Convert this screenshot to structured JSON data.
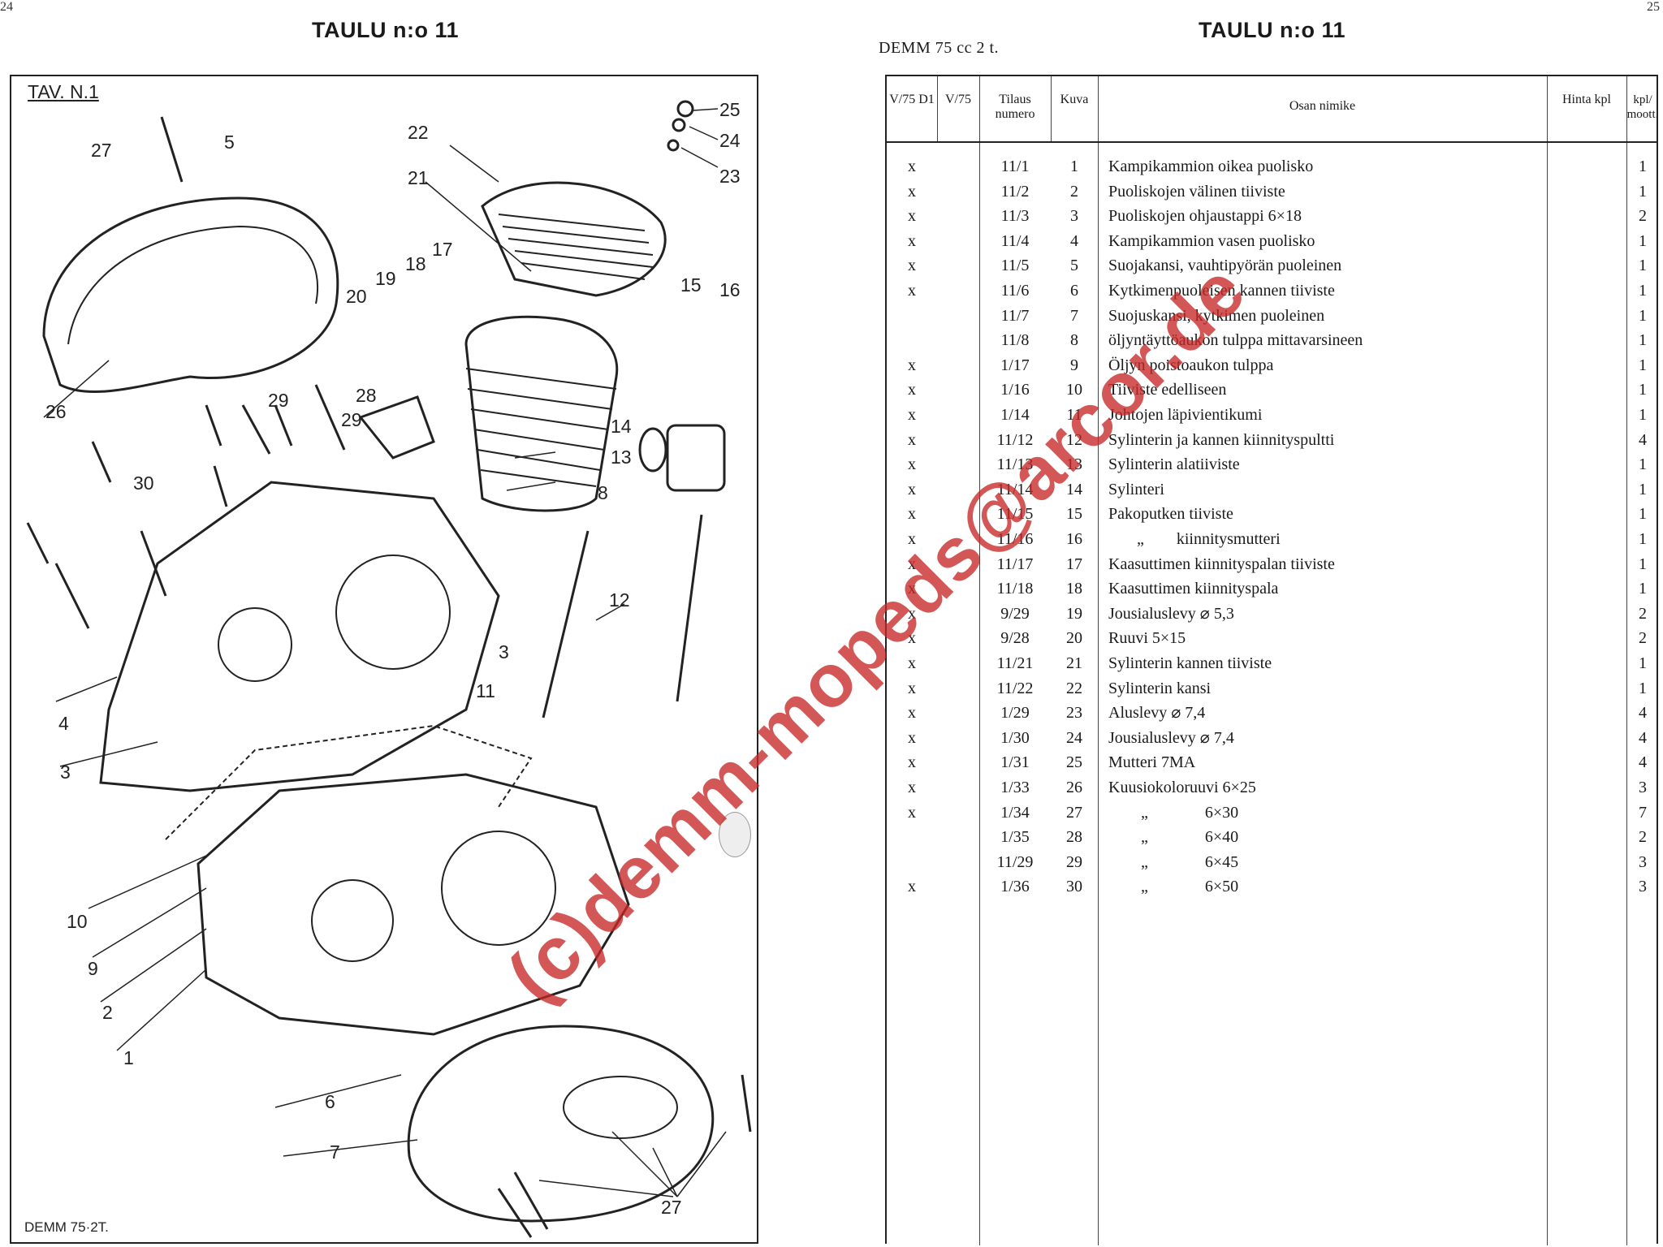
{
  "left_page": {
    "page_number": "24",
    "title": "TAULU n:o 11",
    "figure": {
      "tav_label": "TAV. N.1",
      "footer_label": "DEMM 75·2T.",
      "callouts": [
        "27",
        "5",
        "22",
        "21",
        "25",
        "24",
        "23",
        "18",
        "17",
        "19",
        "20",
        "15",
        "16",
        "26",
        "29",
        "28",
        "29",
        "14",
        "13",
        "30",
        "8",
        "12",
        "3",
        "11",
        "4",
        "3",
        "10",
        "9",
        "2",
        "1",
        "6",
        "7",
        "27"
      ]
    }
  },
  "right_page": {
    "page_number": "25",
    "title": "TAULU n:o 11",
    "engine_label": "DEMM 75 cc 2 t.",
    "table": {
      "headers": {
        "d1": "V/75 D1",
        "v75": "V/75",
        "order": "Tilaus numero",
        "fig": "Kuva",
        "name": "Osan nimike",
        "price": "Hinta kpl",
        "qty": "kpl/ moott."
      },
      "rows": [
        {
          "d1": "x",
          "order": "11/1",
          "fig": "1",
          "name": "Kampikammion oikea puolisko",
          "qty": "1"
        },
        {
          "d1": "x",
          "order": "11/2",
          "fig": "2",
          "name": "Puoliskojen välinen tiiviste",
          "qty": "1"
        },
        {
          "d1": "x",
          "order": "11/3",
          "fig": "3",
          "name": "Puoliskojen ohjaustappi 6×18",
          "qty": "2"
        },
        {
          "d1": "x",
          "order": "11/4",
          "fig": "4",
          "name": "Kampikammion vasen puolisko",
          "qty": "1"
        },
        {
          "d1": "x",
          "order": "11/5",
          "fig": "5",
          "name": "Suojakansi, vauhtipyörän puoleinen",
          "qty": "1"
        },
        {
          "d1": "x",
          "order": "11/6",
          "fig": "6",
          "name": "Kytkimenpuoleisen kannen tiiviste",
          "qty": "1"
        },
        {
          "d1": "",
          "order": "11/7",
          "fig": "7",
          "name": "Suojuskansi, kytkimen puoleinen",
          "qty": "1"
        },
        {
          "d1": "",
          "order": "11/8",
          "fig": "8",
          "name": "öljyntäyttöaukon tulppa mittavarsineen",
          "qty": "1"
        },
        {
          "d1": "x",
          "order": "1/17",
          "fig": "9",
          "name": "Öljyn poistoaukon tulppa",
          "qty": "1"
        },
        {
          "d1": "x",
          "order": "1/16",
          "fig": "10",
          "name": "Tiiviste edelliseen",
          "qty": "1"
        },
        {
          "d1": "x",
          "order": "1/14",
          "fig": "11",
          "name": "Johtojen läpivientikumi",
          "qty": "1"
        },
        {
          "d1": "x",
          "order": "11/12",
          "fig": "12",
          "name": "Sylinterin ja kannen kiinnityspultti",
          "qty": "4"
        },
        {
          "d1": "x",
          "order": "11/13",
          "fig": "13",
          "name": "Sylinterin alatiiviste",
          "qty": "1"
        },
        {
          "d1": "x",
          "order": "11/14",
          "fig": "14",
          "name": "Sylinteri",
          "qty": "1"
        },
        {
          "d1": "x",
          "order": "11/15",
          "fig": "15",
          "name": "Pakoputken tiiviste",
          "qty": "1"
        },
        {
          "d1": "x",
          "order": "11/16",
          "fig": "16",
          "name": "       „        kiinnitysmutteri",
          "qty": "1"
        },
        {
          "d1": "x",
          "order": "11/17",
          "fig": "17",
          "name": "Kaasuttimen kiinnityspalan tiiviste",
          "qty": "1"
        },
        {
          "d1": "x",
          "order": "11/18",
          "fig": "18",
          "name": "Kaasuttimen kiinnityspala",
          "qty": "1"
        },
        {
          "d1": "x",
          "order": "9/29",
          "fig": "19",
          "name": "Jousialuslevy ⌀ 5,3",
          "qty": "2"
        },
        {
          "d1": "x",
          "order": "9/28",
          "fig": "20",
          "name": "Ruuvi 5×15",
          "qty": "2"
        },
        {
          "d1": "x",
          "order": "11/21",
          "fig": "21",
          "name": "Sylinterin kannen tiiviste",
          "qty": "1"
        },
        {
          "d1": "x",
          "order": "11/22",
          "fig": "22",
          "name": "Sylinterin kansi",
          "qty": "1"
        },
        {
          "d1": "x",
          "order": "1/29",
          "fig": "23",
          "name": "Aluslevy ⌀ 7,4",
          "qty": "4"
        },
        {
          "d1": "x",
          "order": "1/30",
          "fig": "24",
          "name": "Jousialuslevy ⌀ 7,4",
          "qty": "4"
        },
        {
          "d1": "x",
          "order": "1/31",
          "fig": "25",
          "name": "Mutteri 7MA",
          "qty": "4"
        },
        {
          "d1": "x",
          "order": "1/33",
          "fig": "26",
          "name": "Kuusiokoloruuvi 6×25",
          "qty": "3"
        },
        {
          "d1": "x",
          "order": "1/34",
          "fig": "27",
          "name": "        „              6×30",
          "qty": "7"
        },
        {
          "d1": "",
          "order": "1/35",
          "fig": "28",
          "name": "        „              6×40",
          "qty": "2"
        },
        {
          "d1": "",
          "order": "11/29",
          "fig": "29",
          "name": "        „              6×45",
          "qty": "3"
        },
        {
          "d1": "x",
          "order": "1/36",
          "fig": "30",
          "name": "        „              6×50",
          "qty": "3"
        }
      ]
    }
  },
  "watermark": "(c)demm-mopeds@arcor.de",
  "colors": {
    "watermark": "#c82828",
    "ink": "#1a1a1a",
    "paper": "#ffffff"
  }
}
